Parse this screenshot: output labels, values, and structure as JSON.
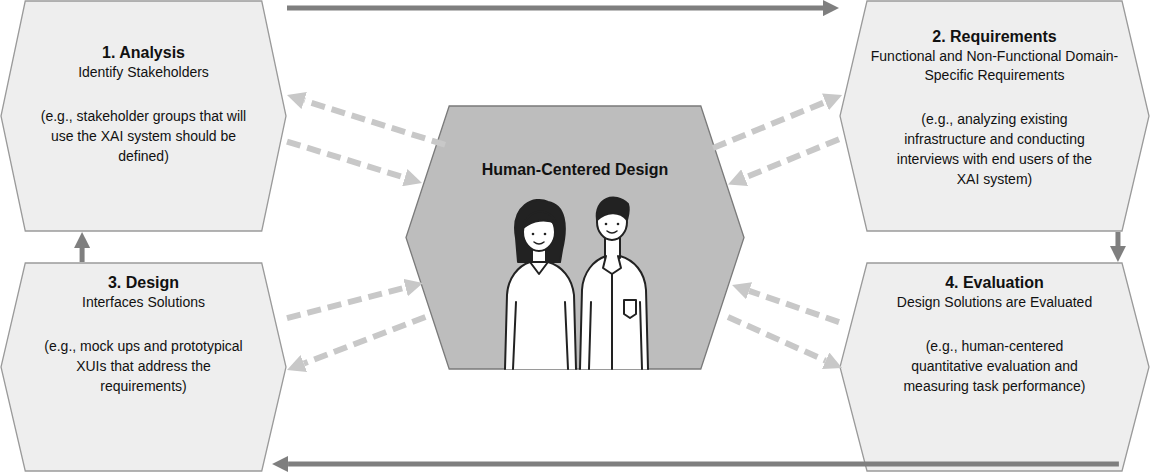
{
  "diagram": {
    "nodes": [
      {
        "text": [
          "1. Analysis",
          "Identify Stakeholders",
          "(e.g., stakeholder groups that will use the XAI system should be defined)"
        ]
      },
      {
        "text": [
          "2. Requirements",
          "Functional and Non-Functional Domain-Specific Requirements",
          "(e.g., analyzing existing infrastructure and conducting interviews with end users of the XAI system)"
        ]
      },
      {
        "text": [
          "Human-Centered Design"
        ]
      },
      {
        "text": [
          "3. Design",
          "Interfaces Solutions",
          "(e.g., mock ups and prototypical XUIs that address the requirements)"
        ]
      },
      {
        "text": [
          "4. Evaluation",
          "Design Solutions are Evaluated",
          "(e.g., human-centered quantitative evaluation and measuring task performance)"
        ]
      }
    ],
    "edges": [
      {
        "from": 0,
        "to": 1,
        "arrow": "to"
      },
      {
        "from": 1,
        "to": 4,
        "arrow": "to"
      },
      {
        "from": 4,
        "to": 3,
        "arrow": "to"
      },
      {
        "from": 3,
        "to": 0,
        "arrow": "to"
      },
      {
        "from": 2,
        "to": 0,
        "arrow": "to"
      },
      {
        "from": 0,
        "to": 2,
        "arrow": "to"
      },
      {
        "from": 2,
        "to": 1,
        "arrow": "to"
      },
      {
        "from": 1,
        "to": 2,
        "arrow": "to"
      },
      {
        "from": 4,
        "to": 2,
        "arrow": "to"
      },
      {
        "from": 2,
        "to": 4,
        "arrow": "to"
      },
      {
        "from": 3,
        "to": 2,
        "arrow": "to"
      },
      {
        "from": 2,
        "to": 3,
        "arrow": "to"
      }
    ]
  }
}
